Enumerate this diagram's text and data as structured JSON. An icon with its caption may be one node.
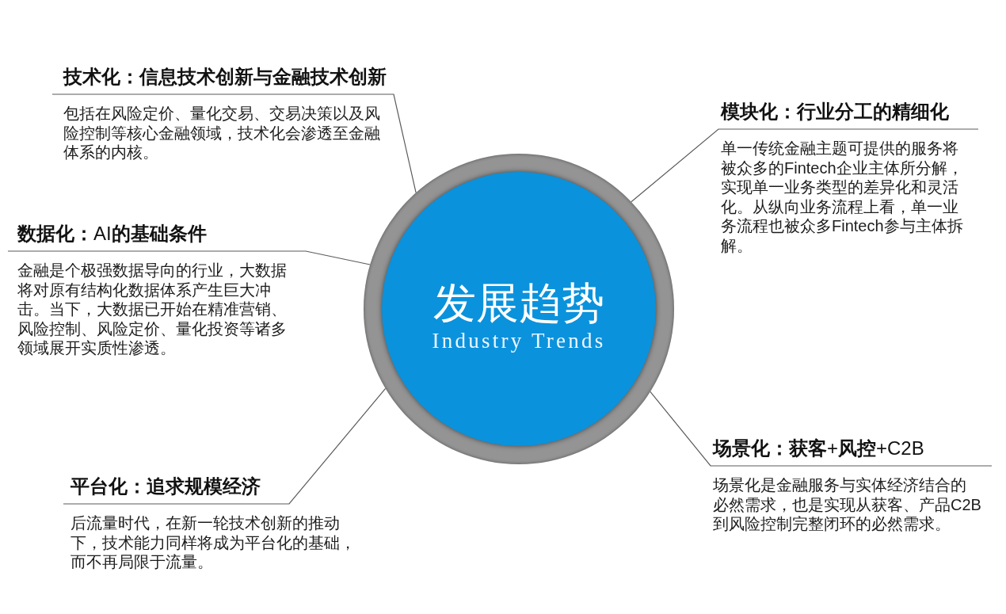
{
  "diagram": {
    "nodes": [
      {
        "text": [
          "技术化：信息技术创新与金融技术创新",
          "包括在风险定价、量化交易、交易决策以及风险控制等核心金融领域，技术化会渗透至金融体系的内核。"
        ]
      },
      {
        "text": [
          "模块化：行业分工的精细化",
          "单一传统金融主题可提供的服务将被众多的Fintech企业主体所分解，实现单一业务类型的差异化和灵活化。从纵向业务流程上看，单一业务流程也被众多Fintech参与主体拆解。"
        ]
      },
      {
        "text": [
          "**数据化：**AI**的基础条件**",
          "金融是个极强数据导向的行业，大数据将对原有结构化数据体系产生巨大冲击。当下，大数据已开始在精准营销、风险控制、风险定价、量化投资等诸多领域展开实质性渗透。"
        ]
      },
      {
        "text": [
          "发展趋势",
          "Industry Trends"
        ]
      },
      {
        "text": [
          "**场景化：获客**+**风控**+C2B",
          "场景化是金融服务与实体经济结合的必然需求，也是实现从获客、产品C2B到风险控制完整闭环的必然需求。"
        ]
      },
      {
        "text": [
          "平台化：追求规模经济",
          "后流量时代，在新一轮技术创新的推动下，技术能力同样将成为平台化的基础，而不再局限于流量。"
        ]
      }
    ],
    "edges": [
      {
        "from": 0,
        "to": 3,
        "arrow": "none"
      },
      {
        "from": 1,
        "to": 3,
        "arrow": "none"
      },
      {
        "from": 2,
        "to": 3,
        "arrow": "none"
      },
      {
        "from": 4,
        "to": 3,
        "arrow": "none"
      },
      {
        "from": 5,
        "to": 3,
        "arrow": "none"
      }
    ]
  }
}
